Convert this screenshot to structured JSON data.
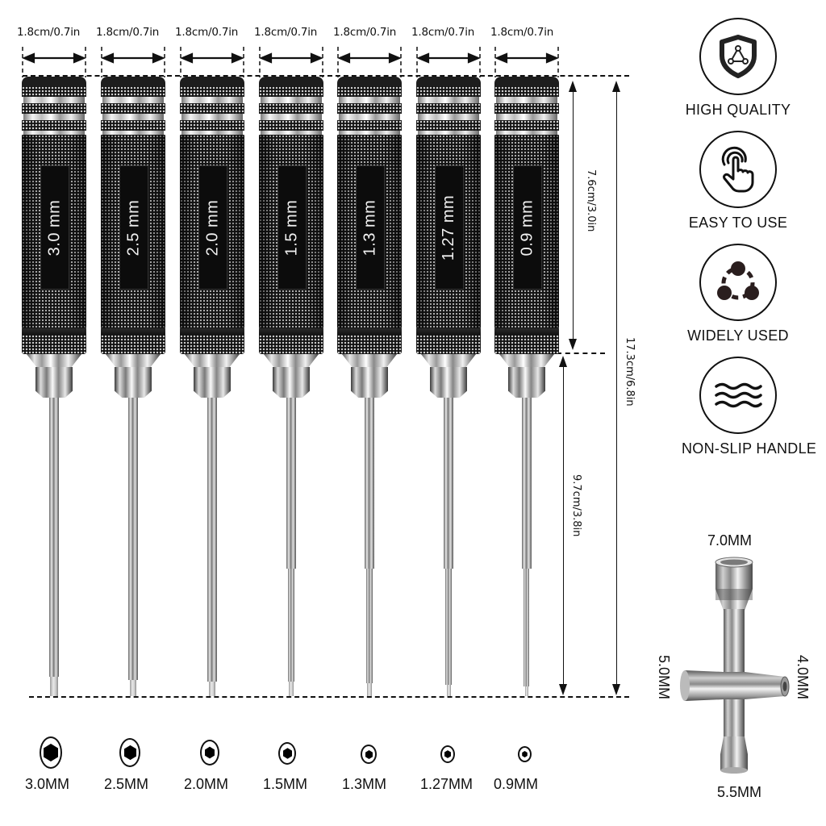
{
  "width_labels": [
    "1.8cm/0.7in",
    "1.8cm/0.7in",
    "1.8cm/0.7in",
    "1.8cm/0.7in",
    "1.8cm/0.7in",
    "1.8cm/0.7in",
    "1.8cm/0.7in"
  ],
  "drivers": [
    {
      "label": "3.0 mm",
      "tip_size": "3.0MM"
    },
    {
      "label": "2.5 mm",
      "tip_size": "2.5MM"
    },
    {
      "label": "2.0 mm",
      "tip_size": "2.0MM"
    },
    {
      "label": "1.5 mm",
      "tip_size": "1.5MM"
    },
    {
      "label": "1.3 mm",
      "tip_size": "1.3MM"
    },
    {
      "label": "1.27 mm",
      "tip_size": "1.27MM"
    },
    {
      "label": "0.9 mm",
      "tip_size": "0.9MM"
    }
  ],
  "dimensions": {
    "handle_length": "7.6cm/3.0in",
    "total_length": "17.3cm/6.8in",
    "shaft_length": "9.7cm/3.8in"
  },
  "features": [
    {
      "label": "HIGH QUALITY",
      "icon": "shield-icon"
    },
    {
      "label": "EASY TO USE",
      "icon": "touch-hand-icon"
    },
    {
      "label": "WIDELY USED",
      "icon": "network-circles-icon"
    },
    {
      "label": "NON-SLIP HANDLE",
      "icon": "waves-icon"
    }
  ],
  "cross_wrench": {
    "top": "7.0MM",
    "bottom": "5.5MM",
    "left": "5.0MM",
    "right": "4.0MM"
  },
  "colors": {
    "handle": "#141414",
    "chrome": "#e8e8e8",
    "text": "#111111",
    "background": "#ffffff"
  }
}
